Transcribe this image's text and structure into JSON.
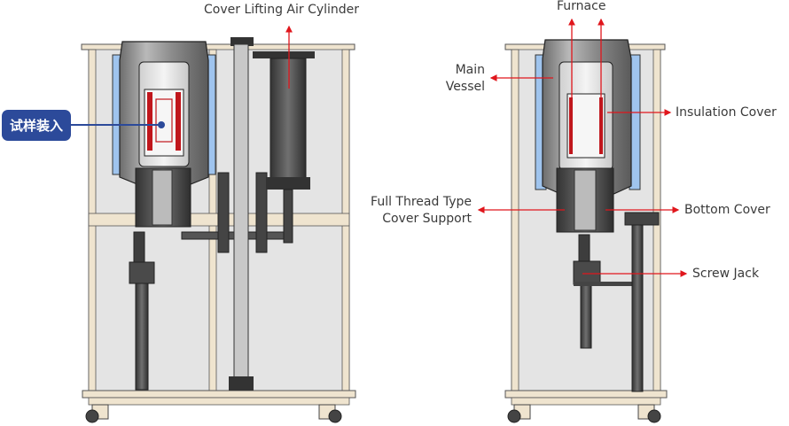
{
  "diagram": {
    "left_view": {
      "badge": {
        "label": "试样装入",
        "color": "#2c4a9a"
      },
      "labels": {
        "cover_lifting_air_cylinder": "Cover Lifting Air Cylinder"
      }
    },
    "right_view": {
      "labels": {
        "furnace": "Furnace",
        "main_vessel_line1": "Main",
        "main_vessel_line2": "Vessel",
        "insulation_cover": "Insulation Cover",
        "full_thread_line1": "Full Thread Type",
        "full_thread_line2": "Cover Support",
        "bottom_cover": "Bottom Cover",
        "screw_jack": "Screw Jack"
      }
    },
    "colors": {
      "arrow": "#e0161c",
      "frame": "#efe4cf",
      "panel": "#e4e4e4",
      "insulation": "#9fc4ee",
      "heater": "#c0161c",
      "marker": "#2c4a9a"
    }
  }
}
